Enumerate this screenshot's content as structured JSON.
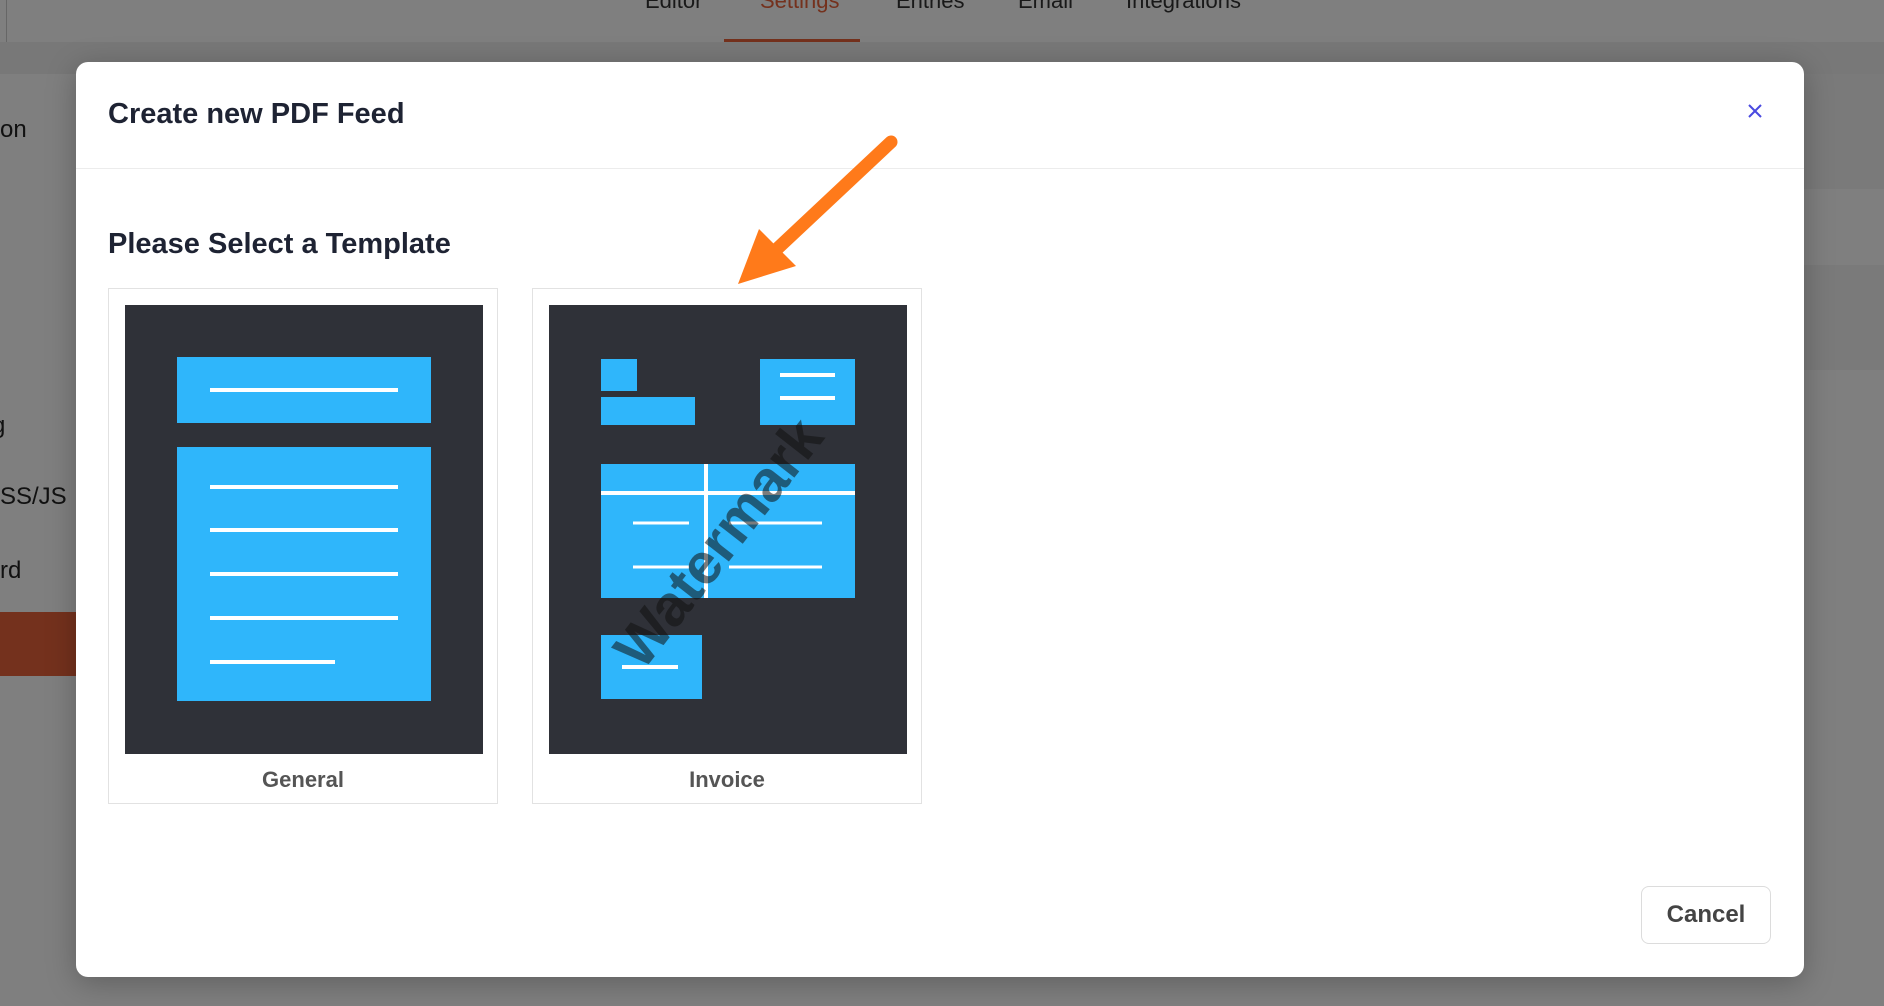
{
  "background": {
    "tabs": [
      {
        "label": "Editor"
      },
      {
        "label": "Settings",
        "active": true
      },
      {
        "label": "Entries"
      },
      {
        "label": "Email"
      },
      {
        "label": "Integrations"
      }
    ],
    "sidebar_fragments": [
      "on",
      "g",
      "SS/JS",
      "rd"
    ]
  },
  "modal": {
    "title": "Create new PDF Feed",
    "section_title": "Please Select a Template",
    "templates": [
      {
        "label": "General"
      },
      {
        "label": "Invoice"
      }
    ],
    "cancel_label": "Cancel",
    "close_icon": "close-icon"
  },
  "annotation": {
    "arrow_color": "#ff7a1a",
    "watermark_text": "Watermark"
  },
  "colors": {
    "accent": "#e8623a",
    "thumb_bg": "#2f3138",
    "thumb_block": "#2fb6fb",
    "close_icon": "#4a4ae0"
  }
}
